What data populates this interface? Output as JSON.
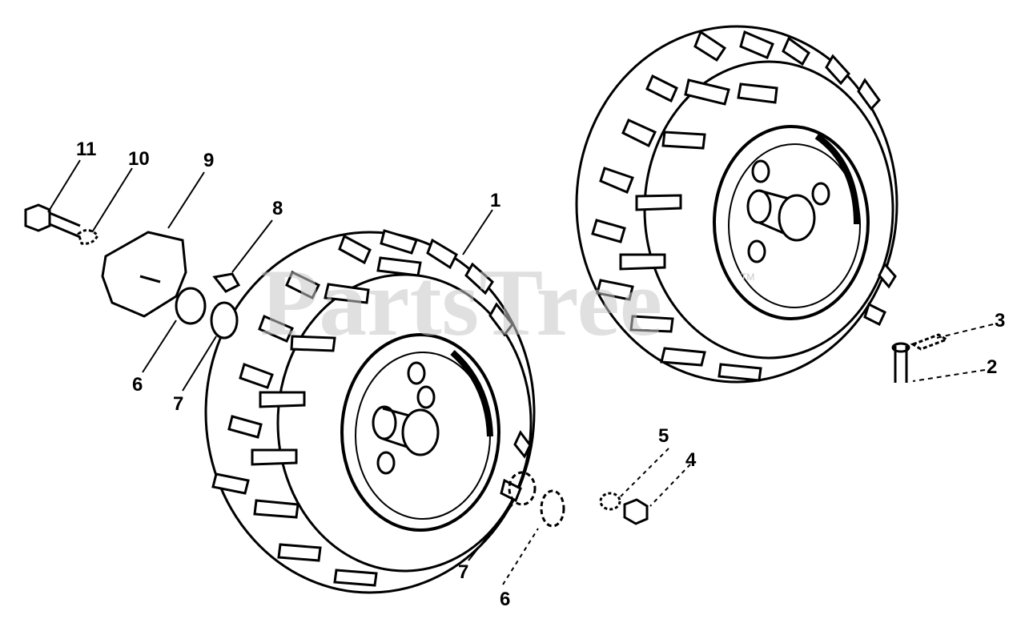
{
  "diagram": {
    "watermark": "PartsTree",
    "watermark_tm": "TM",
    "callouts": {
      "c1": "1",
      "c2": "2",
      "c3": "3",
      "c4": "4",
      "c5": "5",
      "c6a": "6",
      "c6b": "6",
      "c7a": "7",
      "c7b": "7",
      "c8": "8",
      "c9": "9",
      "c10": "10",
      "c11": "11"
    }
  }
}
